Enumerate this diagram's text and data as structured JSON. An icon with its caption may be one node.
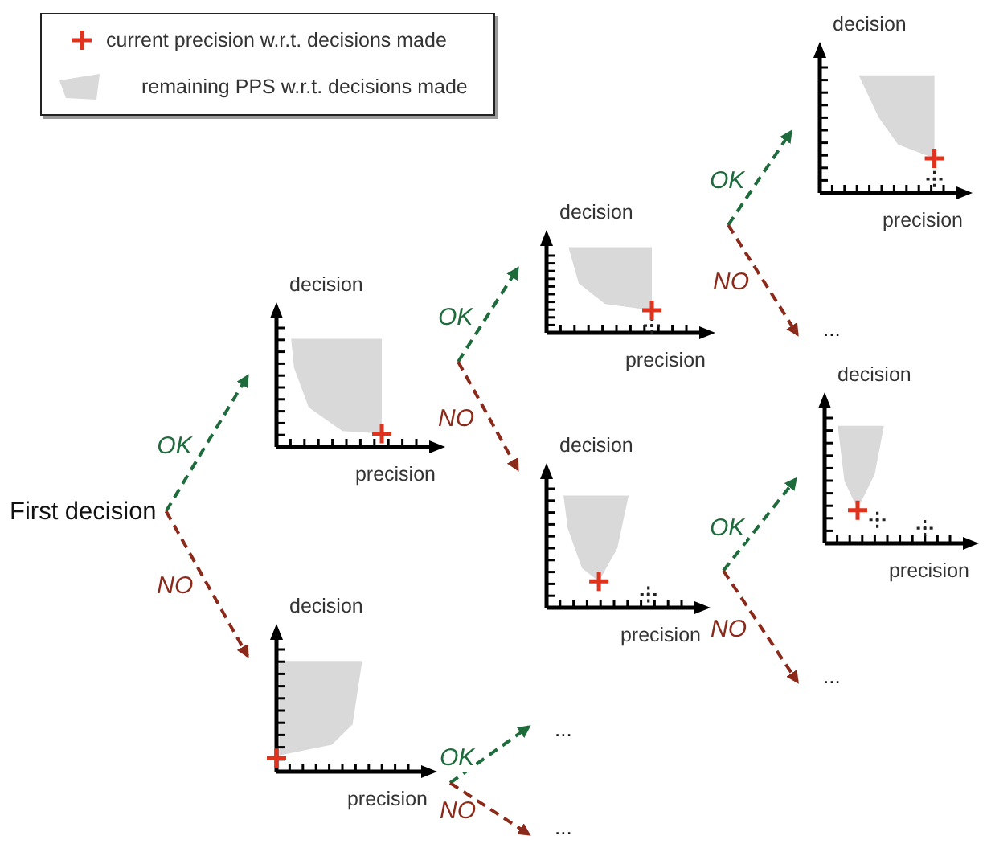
{
  "diagram": {
    "nodes": [
      {
        "text": [
          "First decision"
        ]
      },
      {
        "text": [
          "decision",
          "precision"
        ]
      },
      {
        "text": [
          "decision",
          "precision"
        ]
      },
      {
        "text": [
          "decision",
          "precision"
        ]
      },
      {
        "text": [
          "decision",
          "precision"
        ]
      },
      {
        "text": [
          "decision",
          "precision"
        ]
      },
      {
        "text": [
          "..."
        ]
      },
      {
        "text": [
          "decision",
          "precision"
        ]
      },
      {
        "text": [
          "..."
        ]
      },
      {
        "text": [
          "..."
        ]
      },
      {
        "text": [
          "..."
        ]
      }
    ],
    "edges": [
      {
        "from": 0,
        "to": 1,
        "arrow": "to",
        "label": "OK",
        "style": "dashed",
        "color": "#1e6b3c"
      },
      {
        "from": 0,
        "to": 2,
        "arrow": "to",
        "label": "NO",
        "style": "dashed",
        "color": "#8b2a1a"
      },
      {
        "from": 1,
        "to": 3,
        "arrow": "to",
        "label": "OK",
        "style": "dashed",
        "color": "#1e6b3c"
      },
      {
        "from": 1,
        "to": 4,
        "arrow": "to",
        "label": "NO",
        "style": "dashed",
        "color": "#8b2a1a"
      },
      {
        "from": 3,
        "to": 5,
        "arrow": "to",
        "label": "OK",
        "style": "dashed",
        "color": "#1e6b3c"
      },
      {
        "from": 3,
        "to": 6,
        "arrow": "to",
        "label": "NO",
        "style": "dashed",
        "color": "#8b2a1a"
      },
      {
        "from": 4,
        "to": 7,
        "arrow": "to",
        "label": "OK",
        "style": "dashed",
        "color": "#1e6b3c"
      },
      {
        "from": 4,
        "to": 8,
        "arrow": "to",
        "label": "NO",
        "style": "dashed",
        "color": "#8b2a1a"
      },
      {
        "from": 2,
        "to": 9,
        "arrow": "to",
        "label": "OK",
        "style": "dashed",
        "color": "#1e6b3c"
      },
      {
        "from": 2,
        "to": 10,
        "arrow": "to",
        "label": "NO",
        "style": "dashed",
        "color": "#8b2a1a"
      }
    ],
    "legend": [
      {
        "text": "current precision w.r.t. decisions made"
      },
      {
        "text": "remaining PPS w.r.t. decisions made",
        "color": "#d9d9d9"
      }
    ]
  }
}
